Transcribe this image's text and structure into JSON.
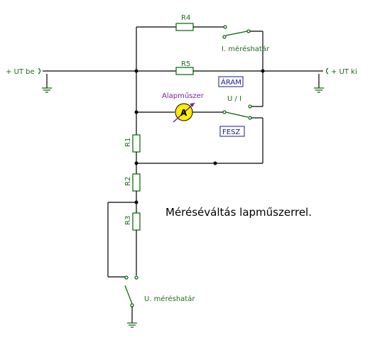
{
  "labels": {
    "r4": "R4",
    "r5": "R5",
    "r1": "R1",
    "r2": "R2",
    "r3": "R3",
    "input": "+ UT be",
    "output": "+ UT ki",
    "current_range": "I. méréshatár",
    "voltage_range": "U. méréshatár",
    "meter": "Alapműszer",
    "meter_symbol": "A",
    "mode": "U / I",
    "current_box": "ÁRAM",
    "voltage_box": "FESZ"
  },
  "title": "Méréséváltás lapműszerrel.",
  "colors": {
    "wire": "#000000",
    "component": "#006400",
    "label": "#1f6b1f",
    "meter_fill": "#ffee00",
    "meter_label": "#7b1fa2",
    "box_border": "#1a1a8c"
  }
}
